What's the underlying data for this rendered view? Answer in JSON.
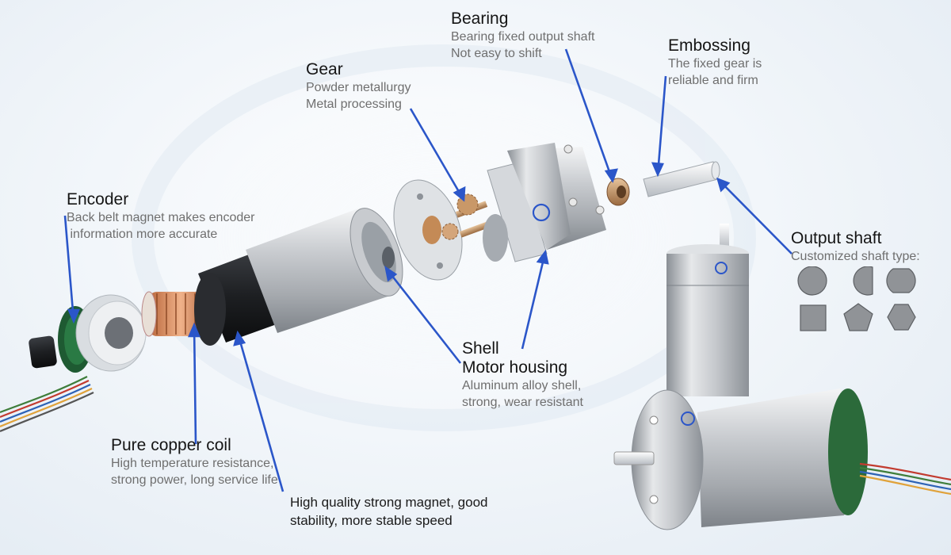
{
  "brand_color": "#2b56c9",
  "callouts": {
    "bearing": {
      "title": "Bearing",
      "lines": [
        "Bearing fixed output shaft",
        "Not easy to shift"
      ]
    },
    "embossing": {
      "title": "Embossing",
      "lines": [
        "The fixed gear is",
        "reliable and firm"
      ]
    },
    "gear": {
      "title": "Gear",
      "lines": [
        "Powder metallurgy",
        "Metal processing"
      ]
    },
    "encoder": {
      "title": "Encoder",
      "lines": [
        "Back belt magnet makes encoder",
        " information more accurate"
      ]
    },
    "output_shaft": {
      "title": "Output shaft",
      "lines": [
        "Customized shaft type:"
      ]
    },
    "shell": {
      "title_1": "Shell",
      "title_2": "Motor housing",
      "lines": [
        "Aluminum alloy shell,",
        "strong, wear resistant"
      ]
    },
    "coil": {
      "title": "Pure copper coil",
      "lines": [
        "High temperature resistance,",
        "strong power, long service life"
      ]
    },
    "magnet": {
      "lines": [
        "High quality strong magnet, good",
        "stability, more stable speed"
      ]
    }
  },
  "shaft_types": [
    "round-icon",
    "d-cut-icon",
    "double-d-icon",
    "square-icon",
    "pentagon-icon",
    "hexagon-icon"
  ]
}
